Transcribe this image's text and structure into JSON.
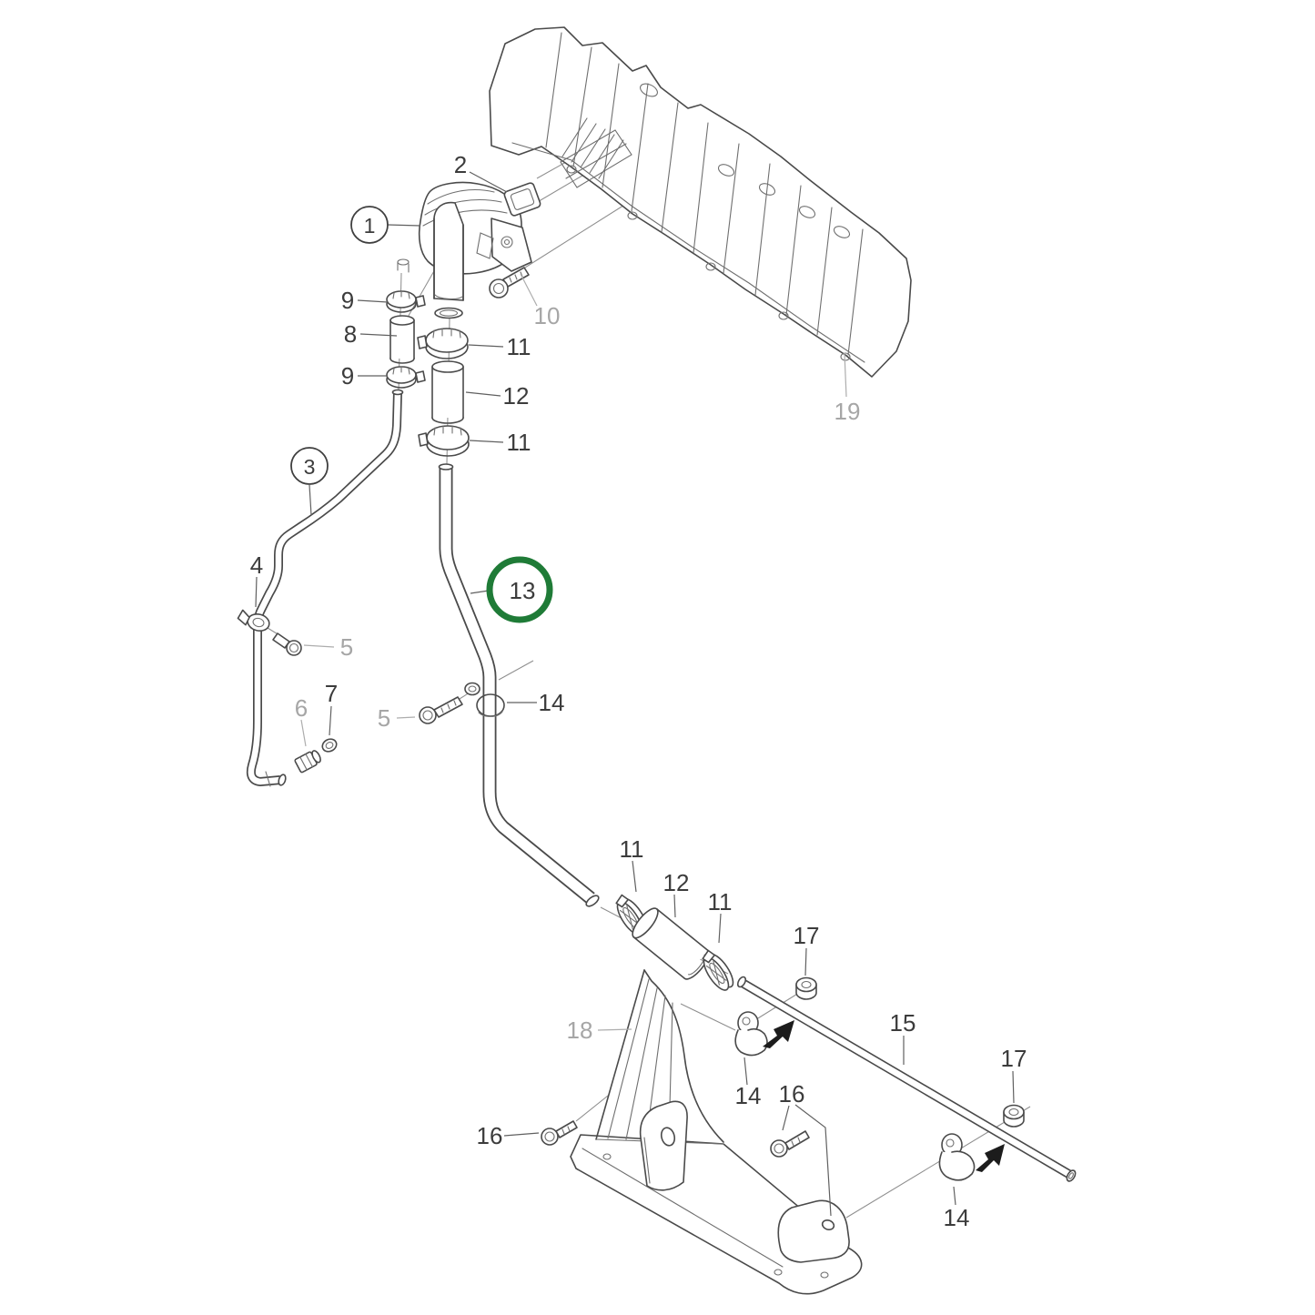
{
  "diagram": {
    "type": "exploded-parts-diagram",
    "subject": "engine crankcase breather and vent pipes with valve cover and mounting bracket",
    "background": "#ffffff",
    "colors": {
      "line": "#4a4a4a",
      "label": "#3c3c3c",
      "label_muted": "#a6a6a6",
      "highlight_circle": "#1f7b37"
    },
    "highlighted_part": "13",
    "callouts": [
      {
        "label": "1",
        "variant": "black",
        "circle": "ring"
      },
      {
        "label": "2",
        "variant": "black",
        "circle": "none"
      },
      {
        "label": "3",
        "variant": "black",
        "circle": "ring"
      },
      {
        "label": "4",
        "variant": "black",
        "circle": "none"
      },
      {
        "label": "5",
        "variant": "gray",
        "circle": "none"
      },
      {
        "label": "5",
        "variant": "gray",
        "circle": "none"
      },
      {
        "label": "6",
        "variant": "gray",
        "circle": "none"
      },
      {
        "label": "7",
        "variant": "black",
        "circle": "none"
      },
      {
        "label": "8",
        "variant": "black",
        "circle": "none"
      },
      {
        "label": "9",
        "variant": "black",
        "circle": "none"
      },
      {
        "label": "9",
        "variant": "black",
        "circle": "none"
      },
      {
        "label": "10",
        "variant": "gray",
        "circle": "none"
      },
      {
        "label": "11",
        "variant": "black",
        "circle": "none"
      },
      {
        "label": "11",
        "variant": "black",
        "circle": "none"
      },
      {
        "label": "11",
        "variant": "black",
        "circle": "none"
      },
      {
        "label": "11",
        "variant": "black",
        "circle": "none"
      },
      {
        "label": "12",
        "variant": "black",
        "circle": "none"
      },
      {
        "label": "12",
        "variant": "black",
        "circle": "none"
      },
      {
        "label": "13",
        "variant": "black",
        "circle": "highlight"
      },
      {
        "label": "14",
        "variant": "black",
        "circle": "none"
      },
      {
        "label": "14",
        "variant": "black",
        "circle": "none"
      },
      {
        "label": "14",
        "variant": "black",
        "circle": "none"
      },
      {
        "label": "15",
        "variant": "black",
        "circle": "none"
      },
      {
        "label": "16",
        "variant": "black",
        "circle": "none"
      },
      {
        "label": "16",
        "variant": "black",
        "circle": "none"
      },
      {
        "label": "17",
        "variant": "black",
        "circle": "none"
      },
      {
        "label": "17",
        "variant": "black",
        "circle": "none"
      },
      {
        "label": "18",
        "variant": "gray",
        "circle": "none"
      },
      {
        "label": "19",
        "variant": "gray",
        "circle": "none"
      }
    ]
  }
}
